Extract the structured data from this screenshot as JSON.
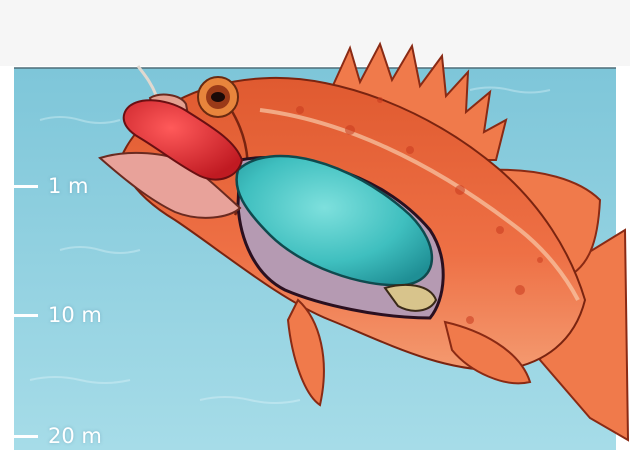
{
  "depth_scale": {
    "markers": [
      {
        "label": "1 m",
        "depth_m": 1
      },
      {
        "label": "10 m",
        "depth_m": 10
      },
      {
        "label": "20 m",
        "depth_m": 20
      }
    ]
  },
  "colors": {
    "sky": "#f6f6f6",
    "water_top": "#7ec6d9",
    "water_bottom": "#a6dce8",
    "fish_body": "#e8643a",
    "fish_fin": "#f07a4b",
    "swim_bladder": "#3fbfbf",
    "everted_stomach": "#d9252a",
    "eye_ring": "#e8853c"
  },
  "figure_elements": [
    {
      "name": "rockfish",
      "icon": "fish-illustration"
    },
    {
      "name": "swim-bladder",
      "icon": "inflated-organ"
    },
    {
      "name": "everted-stomach",
      "icon": "protruding-organ"
    },
    {
      "name": "fishing-line",
      "icon": "line"
    },
    {
      "name": "water-surface",
      "icon": "waterline"
    }
  ]
}
